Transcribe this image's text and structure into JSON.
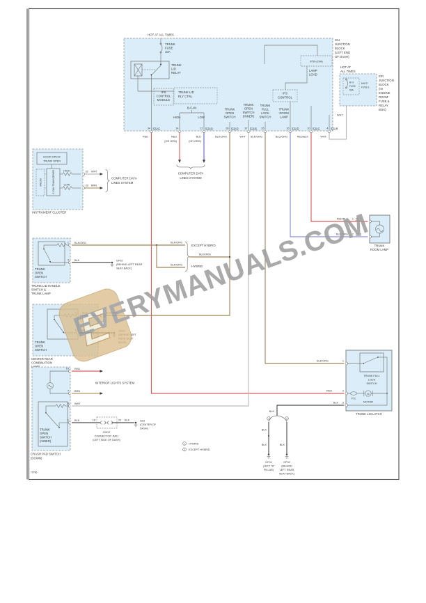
{
  "frame": {
    "footer_code": "70786"
  },
  "watermark": {
    "text": "EVERYMANUALS.COM",
    "logo": "E"
  },
  "labels": {
    "hot_at_all_times": "HOT AT ALL TIMES",
    "computer_data": [
      "COMPUTER DATA",
      "LINES SYSTEM"
    ],
    "interior_lights": "INTERIOR LIGHTS SYSTEM",
    "except_hybrid": "EXCEPT HYBRID",
    "hybrid": "HYBRID",
    "blk_org": "BLK/ORG"
  },
  "icu_block": {
    "name": [
      "ICU",
      "JUNCTION",
      "BLOCK",
      "(LEFT END",
      "OF DASH)"
    ],
    "fuse": [
      "TRUNK",
      "FUSE",
      "10A"
    ],
    "relay": [
      "TRUNK",
      "LID",
      "RELAY"
    ],
    "module": [
      "IPS",
      "CONTROL",
      "MODULE"
    ],
    "rly_ctrl": [
      "TRUNK LID",
      "RLY CTRL"
    ],
    "bcan": "B-CAN",
    "high": "HIGH",
    "low": "LOW",
    "col_open": [
      "TRUNK",
      "OPEN",
      "SWITCH"
    ],
    "col_open_inner": [
      "TRUNK",
      "OPEN",
      "SWITCH",
      "(INNER)"
    ],
    "col_lock": [
      "TRUNK",
      "FULL",
      "LOCK",
      "SWITCH"
    ],
    "col_room": [
      "TRUNK",
      "ROOM",
      "LAMP"
    ],
    "ips_control": [
      "IPS",
      "CONTROL"
    ],
    "ip59": "IP59-(20A)",
    "lamp_load": [
      "LAMP",
      "LOAD"
    ]
  },
  "er_block": {
    "hot": [
      "HOT AT",
      "ALL TIMES"
    ],
    "name": [
      "E/R",
      "JUNCTION",
      "BLOCK",
      "(IN",
      "ENGINE",
      "ROOM",
      "FUSE &",
      "RELAY",
      "BOX)"
    ],
    "fuse": [
      "B+3",
      "FUSE",
      "50A"
    ],
    "multi_fuse": [
      "MULTI",
      "FUSE-1"
    ],
    "wht": "WHT"
  },
  "pins": [
    {
      "num": "34",
      "code": "ICU-C",
      "wire": "RED"
    },
    {
      "num": "14",
      "code": "",
      "wire": "RED",
      "wire2": "(OR GRN)"
    },
    {
      "num": "12",
      "code": "ICU-G",
      "wire": "BLU",
      "wire2": "(OR ORG)"
    },
    {
      "num": "28",
      "code": "ICU-D",
      "wire": "BLK/ORG"
    },
    {
      "num": "37",
      "code": "ICU-E",
      "wire": "WHT"
    },
    {
      "num": "26",
      "code": "",
      "wire": "BLK/ORG"
    },
    {
      "num": "16",
      "code": "ICU-D",
      "wire": "BLU/ORG"
    },
    {
      "num": "10",
      "code": "ICU-C",
      "wire": "RED/BLK"
    },
    {
      "num": "4",
      "code": "ICU-A",
      "wire": "WHT"
    }
  ],
  "cluster": {
    "indicator": [
      "DOOR OPEN/",
      "TRUNK OPEN"
    ],
    "micom": "MICOM",
    "transceiver": "C-CAN TRANSCEIVER",
    "high": "HIGH",
    "low": "LOW",
    "pin32": {
      "num": "32",
      "color": "WHT"
    },
    "pin33": {
      "num": "33",
      "color": "BRN"
    },
    "label": "INSTRUMENT CLUSTER"
  },
  "handle": {
    "switch": [
      "TRUNK",
      "OPEN",
      "SWITCH"
    ],
    "label": [
      "TRUNK LID HANDLE",
      "SWITCH &",
      "TRUNK LAMP"
    ],
    "pin1": {
      "num": "1",
      "color": "BLK/ORG"
    },
    "pin4": {
      "num": "4",
      "color": "BLK"
    },
    "ground": [
      "GF02",
      "(BEHIND LEFT REAR",
      "SEAT BACK)"
    ]
  },
  "center_lamp": {
    "switch": [
      "TRUNK",
      "OPEN",
      "SWITCH"
    ],
    "label": [
      "CENTER REAR",
      "COMBINATION",
      "LAMP"
    ],
    "pin1": {
      "num": "1",
      "color": "BLU"
    },
    "conn": {
      "num": "1",
      "color": "BLK/ORG"
    },
    "pin2": {
      "num": "2",
      "color": "BLK"
    },
    "ground": [
      "GF02",
      "(BEHIND LEFT",
      "REAR SEAT",
      "BACK)"
    ]
  },
  "crash_pad": {
    "switch": [
      "TRUNK",
      "OPEN",
      "SWITCH",
      "(INNER)"
    ],
    "label": [
      "CRASH PAD SWITCH",
      "(DOWN)"
    ],
    "pin10": {
      "num": "10",
      "color": "RED"
    },
    "pin7": {
      "num": "7",
      "color": "BRN"
    },
    "pin8": {
      "num": "8",
      "color": "WHT"
    },
    "pin1": {
      "num": "1",
      "color": "BLK"
    },
    "joint": {
      "pin_in": "18",
      "pin_out": "20",
      "color": "BLK",
      "label": [
        "JOINT",
        "CONNECTOR JM01",
        "(LEFT SIDE OF DASH)"
      ]
    },
    "ground": [
      "G02",
      "(CENTER OF",
      "DASH)"
    ]
  },
  "room_lamp": {
    "label": [
      "TRUNK",
      "ROOM LAMP"
    ],
    "pin1": {
      "color": "RED/BLK",
      "num": "1",
      "code": "NCA"
    },
    "pin2": {
      "color": "BLU/ORG",
      "num": "2",
      "code": "NCA"
    }
  },
  "latch": {
    "label": "TRUNK LID LATCH",
    "switch": [
      "TRUNK FULL",
      "LOCK",
      "SWITCH"
    ],
    "ptc": "PTC",
    "motor": {
      "m": "M",
      "label": "MOTOR"
    },
    "pin1": {
      "num": "1",
      "color": "BLK/ORG"
    },
    "pin2": {
      "num": "2",
      "color": "RED"
    },
    "pin3": {
      "num": "3",
      "color": "BLK"
    }
  },
  "grounds": {
    "blk": "BLK",
    "gf01": [
      "GF01",
      "(LEFT \"B\"",
      "PILLAR)"
    ],
    "gf02": [
      "GF02",
      "(BEHIND",
      "LEFT REAR",
      "SEAT BACK)"
    ]
  },
  "legend": {
    "hybrid_num": "1",
    "hybrid": "HYBRID",
    "except_num": "2",
    "except_hybrid": "EXCEPT HYBRID"
  }
}
